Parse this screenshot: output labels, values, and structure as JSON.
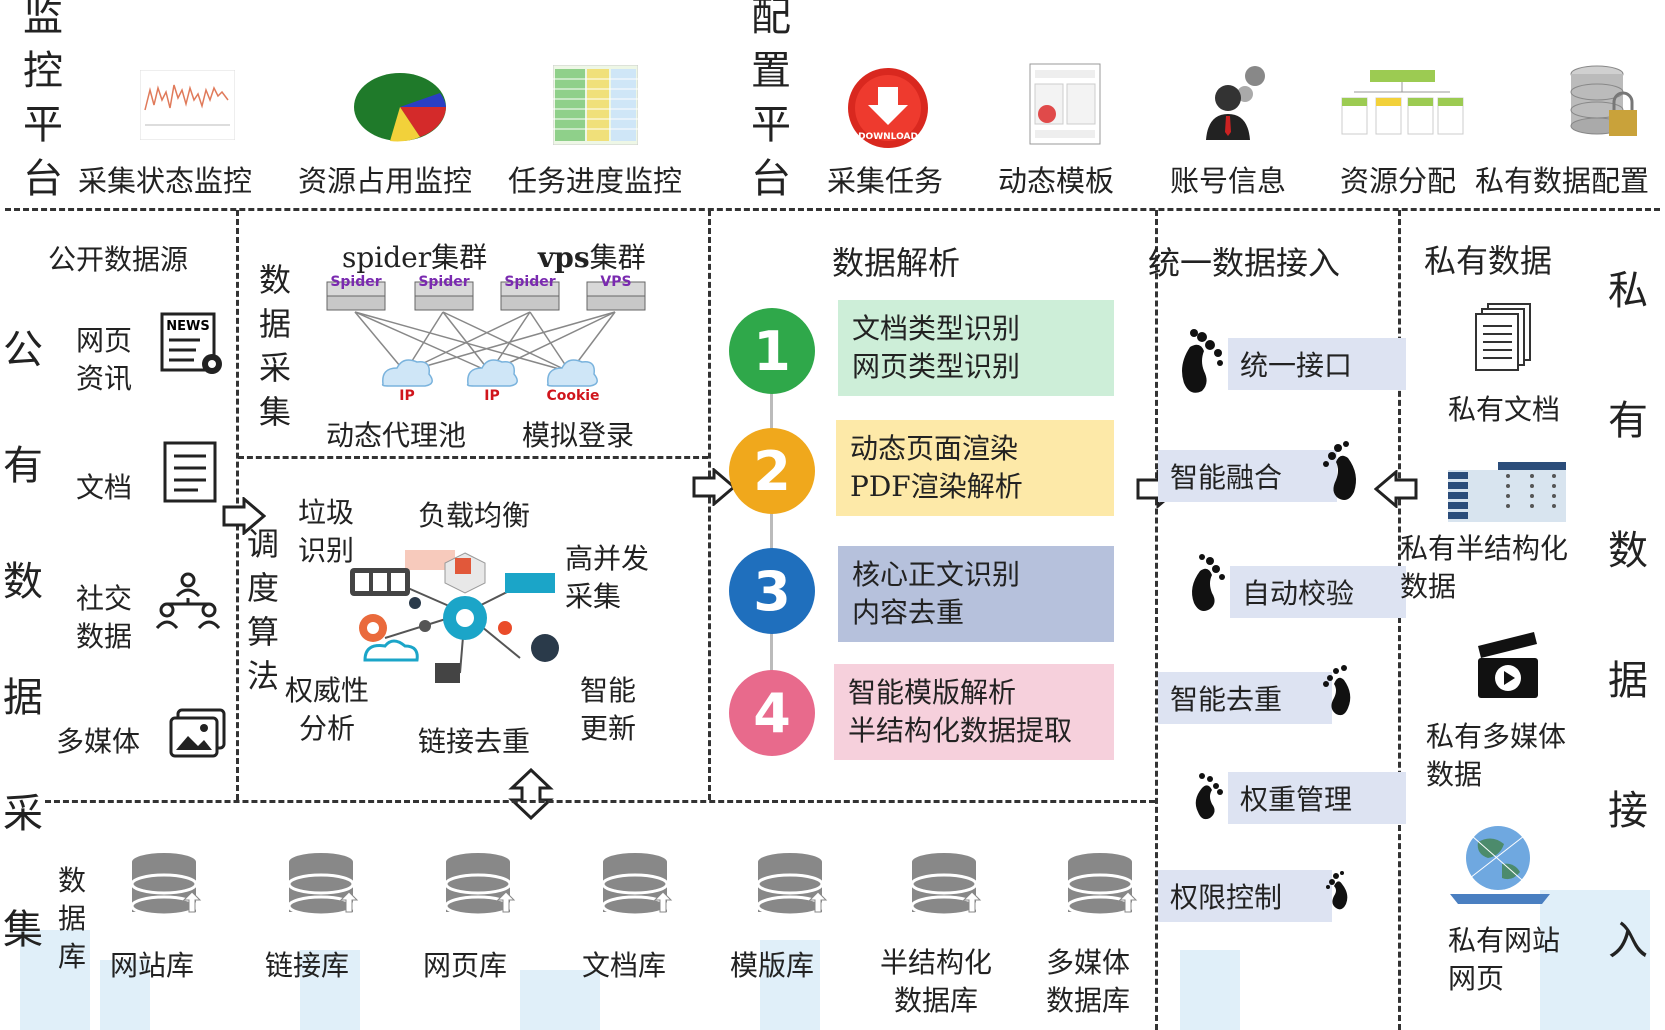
{
  "colors": {
    "green": "#cdeed8",
    "yellow": "#fde9a8",
    "blue": "#b6c1dc",
    "pink": "#f6d0dc",
    "foot_bg": "#dde3f2"
  },
  "monitor": {
    "title_chars": [
      "监",
      "控",
      "平",
      "台"
    ],
    "items": [
      "采集状态监控",
      "资源占用监控",
      "任务进度监控"
    ]
  },
  "config": {
    "title_chars": [
      "配",
      "置",
      "平",
      "台"
    ],
    "items": [
      "采集任务",
      "动态模板",
      "账号信息",
      "资源分配",
      "私有数据配置"
    ]
  },
  "public_collect": {
    "title_chars": [
      "公",
      "有",
      "数",
      "据",
      "采",
      "集"
    ]
  },
  "public_source": {
    "title": "公开数据源",
    "items": [
      {
        "label": "网页\n资讯",
        "icon": "news-icon"
      },
      {
        "label": "文档",
        "icon": "document-icon"
      },
      {
        "label": "社交\n数据",
        "icon": "social-icon"
      },
      {
        "label": "多媒体",
        "icon": "image-icon"
      }
    ]
  },
  "data_collect": {
    "title_chars": [
      "数",
      "据",
      "采",
      "集"
    ],
    "spider_cluster": "spider集群",
    "vps_cluster_bold": "vps",
    "vps_cluster_rest": "集群",
    "server_labels": [
      "Spider",
      "Spider",
      "Spider",
      "VPS"
    ],
    "cloud_labels": [
      "IP",
      "IP",
      "Cookie"
    ],
    "proxy_pool": "动态代理池",
    "login": "模拟登录"
  },
  "schedule": {
    "title_chars": [
      "调",
      "度",
      "算",
      "法"
    ],
    "labels": {
      "garbage": "垃圾\n识别",
      "balance": "负载均衡",
      "concurrency": "高并发\n采集",
      "authority": "权威性\n分析",
      "dedup": "链接去重",
      "update": "智能\n更新"
    }
  },
  "parse": {
    "title": "数据解析",
    "steps": [
      {
        "num": "1",
        "color": "#2fa84a",
        "lines": [
          "文档类型识别",
          "网页类型识别"
        ]
      },
      {
        "num": "2",
        "color": "#f0a81c",
        "lines": [
          "动态页面渲染",
          "PDF渲染解析"
        ]
      },
      {
        "num": "3",
        "color": "#1f6fbd",
        "lines": [
          "核心正文识别",
          "内容去重"
        ]
      },
      {
        "num": "4",
        "color": "#e86a8c",
        "lines": [
          "智能模版解析",
          "半结构化数据提取"
        ]
      }
    ]
  },
  "unified": {
    "title": "统一数据接入",
    "items": [
      "统一接口",
      "智能融合",
      "自动校验",
      "智能去重",
      "权重管理",
      "权限控制"
    ]
  },
  "private_data": {
    "title": "私有数据",
    "items": [
      "私有文档",
      "私有半结构化\n数据",
      "私有多媒体\n数据",
      "私有网站\n网页"
    ]
  },
  "private_access": {
    "title_chars": [
      "私",
      "有",
      "数",
      "据",
      "接",
      "入"
    ]
  },
  "database": {
    "title_chars": [
      "数",
      "据",
      "库"
    ],
    "items": [
      "网站库",
      "链接库",
      "网页库",
      "文档库",
      "模版库",
      "半结构化\n数据库",
      "多媒体\n数据库"
    ]
  }
}
